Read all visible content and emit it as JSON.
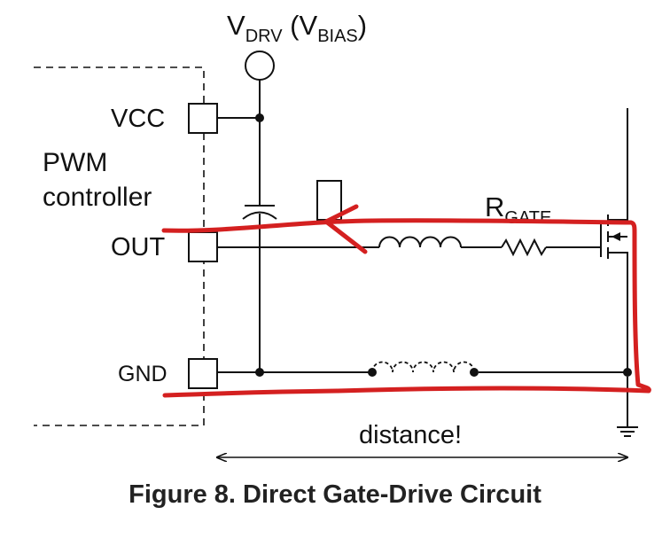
{
  "supply": {
    "main": "V",
    "main_sub": "DRV",
    "paren_open": " (V",
    "paren_sub": "BIAS",
    "paren_close": ")"
  },
  "controller": {
    "line1": "PWM",
    "line2": "controller"
  },
  "pins": {
    "vcc": "VCC",
    "out": "OUT",
    "gnd": "GND"
  },
  "resistor": {
    "main": "R",
    "sub": "GATE"
  },
  "dimension": {
    "label": "distance!"
  },
  "caption": "Figure 8. Direct Gate-Drive Circuit",
  "colors": {
    "annotation": "#d42020",
    "wire": "#111111"
  }
}
